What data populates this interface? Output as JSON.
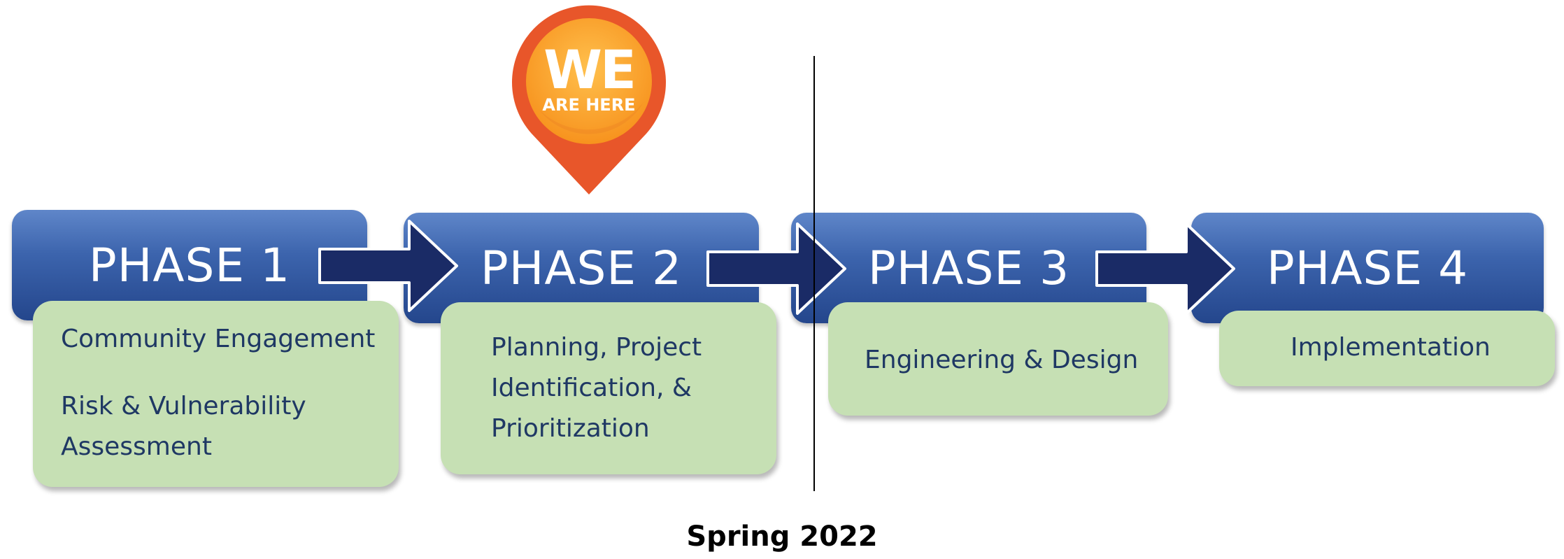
{
  "phases": [
    {
      "title": "PHASE 1",
      "items": [
        "Community Engagement",
        "Risk & Vulnerability",
        "Assessment"
      ]
    },
    {
      "title": "PHASE 2",
      "items": [
        "Planning, Project",
        "Identification, &",
        "Prioritization"
      ]
    },
    {
      "title": "PHASE 3",
      "items": [
        "Engineering & Design"
      ]
    },
    {
      "title": "PHASE 4",
      "items": [
        "Implementation"
      ]
    }
  ],
  "marker": {
    "line1": "WE",
    "line2": "ARE HERE"
  },
  "caption": "Spring 2022",
  "colors": {
    "phase_header": "#3c64ad",
    "arrow": "#1a2b66",
    "body_fill": "#c6e0b4",
    "body_text": "#1f3864",
    "pin_outer": "#e8562a",
    "pin_inner": "#f7931e"
  }
}
